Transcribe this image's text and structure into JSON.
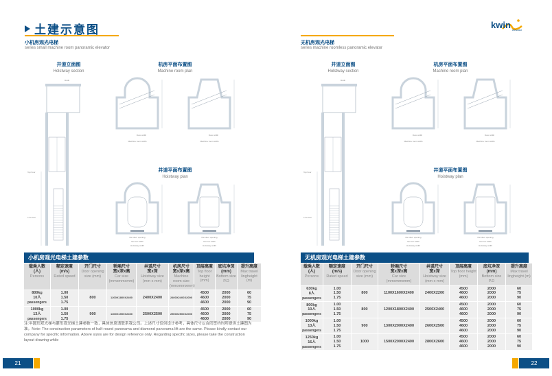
{
  "title": "土建示意图",
  "logo": {
    "text": "kwin",
    "sub": "elevator"
  },
  "left": {
    "subtitle_cn": "小机房观光电梯",
    "subtitle_en": "series small machine room panoramic elevator",
    "labels": {
      "hoistway_section_cn": "井道立面图",
      "hoistway_section_en": "Holstway section",
      "machine_plan_cn": "机房平面布置图",
      "machine_plan_en": "Machine room plan",
      "hoistway_plan_cn": "井道平面布置图",
      "hoistway_plan_en": "Hoistway plan"
    },
    "table_title": "小机房观光电梯土建参数",
    "headers": [
      {
        "cn": "载乘人数\n(人)",
        "en": "Persons"
      },
      {
        "cn": "额定速度\n(m/s)",
        "en": "Rated speed"
      },
      {
        "cn": "开门尺寸",
        "en": "Door opening size (mm)"
      },
      {
        "cn": "轿厢尺寸\n宽x深x高",
        "en": "Car size (mmxmmxmm)"
      },
      {
        "cn": "井道尺寸\n宽x深",
        "en": "Hoistway size (mm x mm)"
      },
      {
        "cn": "机房尺寸\n宽x深x高",
        "en": "Machine room size (mmxmmxmm)"
      },
      {
        "cn": "顶层高度",
        "en": "Top floor height (mm)"
      },
      {
        "cn": "底坑净深\n(mm)",
        "en": "Bottom size P.D"
      },
      {
        "cn": "提升高度",
        "en": "Max travel lingheight (m)"
      }
    ],
    "rows": [
      {
        "persons": [
          "800kg",
          "10人",
          "passengers"
        ],
        "speed": [
          "1.00",
          "1.50",
          "1.75"
        ],
        "door": "800",
        "car": "1200X1800X2400",
        "hoistway": "2400X2400",
        "machine": "2400X2400X2000",
        "top": [
          "4500",
          "4600",
          "4600"
        ],
        "pit": [
          "2000",
          "2000",
          "2000"
        ],
        "travel": [
          "60",
          "75",
          "90"
        ]
      },
      {
        "persons": [
          "1000kg",
          "13人",
          "passengers"
        ],
        "speed": [
          "1.00",
          "1.50",
          "1.75"
        ],
        "door": "900",
        "car": "1300X1900X2400",
        "hoistway": "2500X2500",
        "machine": "2500X2500X2000",
        "top": [
          "4500",
          "4600",
          "4600"
        ],
        "pit": [
          "2000",
          "2000",
          "2000"
        ],
        "travel": [
          "60",
          "75",
          "90"
        ]
      }
    ],
    "note": "注:半圆形观光梯与菱形观光梯土建参数一致，具体信息请联系我公司。上述尺寸仅供设计参考，具体尺寸以合同签约时所提供土建图为准。Note: The construction parameters of half-round panorama and diamond panorama lift are the same. Please kindly contact our company for specific information. Above sizes are for design reference only. Regarding specific sizes, please take the construction layout drawing while",
    "page": "21"
  },
  "right": {
    "subtitle_cn": "无机房观光电梯",
    "subtitle_en": "series machine roomless panoramic elevator",
    "labels": {
      "hoistway_section_cn": "井道立面图",
      "hoistway_section_en": "Holstway section",
      "machine_plan_cn": "机房平面布置图",
      "machine_plan_en": "Machine room plan",
      "hoistway_plan_cn": "井道平面布置图",
      "hoistway_plan_en": "Hoistway plan"
    },
    "table_title": "无机房观光电梯土建参数",
    "headers": [
      {
        "cn": "载乘人数\n(人)",
        "en": "Persons"
      },
      {
        "cn": "额定速度\n(m/s)",
        "en": "Rated speed"
      },
      {
        "cn": "开门尺寸",
        "en": "Door opening size (mm)"
      },
      {
        "cn": "轿厢尺寸\n宽x深x高",
        "en": "Car size (mmxmmxmm)"
      },
      {
        "cn": "井道尺寸\n宽x深",
        "en": "Hoistway size (mm x mm)"
      },
      {
        "cn": "顶层高度",
        "en": "Top floor height (mm)"
      },
      {
        "cn": "底坑净深\n(mm)",
        "en": "Bottom size P.D"
      },
      {
        "cn": "提升高度",
        "en": "Max travel lingheight (m)"
      }
    ],
    "rows": [
      {
        "persons": [
          "630kg",
          "8人",
          "passengers"
        ],
        "speed": [
          "1.00",
          "1.50",
          "1.75"
        ],
        "door": "800",
        "car": "1100X1600X2400",
        "hoistway": "2400X2200",
        "top": [
          "4500",
          "4600",
          "4600"
        ],
        "pit": [
          "2000",
          "2000",
          "2000"
        ],
        "travel": [
          "60",
          "75",
          "90"
        ]
      },
      {
        "persons": [
          "800kg",
          "10人",
          "passengers"
        ],
        "speed": [
          "1.00",
          "1.50",
          "1.75"
        ],
        "door": "800",
        "car": "1200X1800X2400",
        "hoistway": "2500X2400",
        "top": [
          "4500",
          "4600",
          "4600"
        ],
        "pit": [
          "2000",
          "2000",
          "2000"
        ],
        "travel": [
          "60",
          "75",
          "90"
        ]
      },
      {
        "persons": [
          "1000kg",
          "13人",
          "passengers"
        ],
        "speed": [
          "1.00",
          "1.50",
          "1.75"
        ],
        "door": "900",
        "car": "1300X2000X2400",
        "hoistway": "2600X2500",
        "top": [
          "4500",
          "4600",
          "4600"
        ],
        "pit": [
          "2000",
          "2000",
          "2000"
        ],
        "travel": [
          "60",
          "75",
          "90"
        ]
      },
      {
        "persons": [
          "1250kg",
          "16人",
          "passengers"
        ],
        "speed": [
          "1.00",
          "1.50",
          "1.75"
        ],
        "door": "1000",
        "car": "1500X2000X2400",
        "hoistway": "2800X2600",
        "top": [
          "4500",
          "4600",
          "4600"
        ],
        "pit": [
          "2000",
          "2000",
          "2000"
        ],
        "travel": [
          "60",
          "75",
          "90"
        ]
      }
    ],
    "page": "22"
  },
  "drawing_labels": {
    "door_width": "Door width",
    "machine_room_width": "Machine room width",
    "net_door_opening": "Net door opening",
    "net_car_width": "Net car width",
    "hoistway_width": "Hoistway width",
    "top_floor": "Top floor",
    "low_floor": "Low floor",
    "hook": "Hook"
  },
  "colors": {
    "brand_blue": "#0c4f86",
    "accent_orange": "#f5a800"
  }
}
